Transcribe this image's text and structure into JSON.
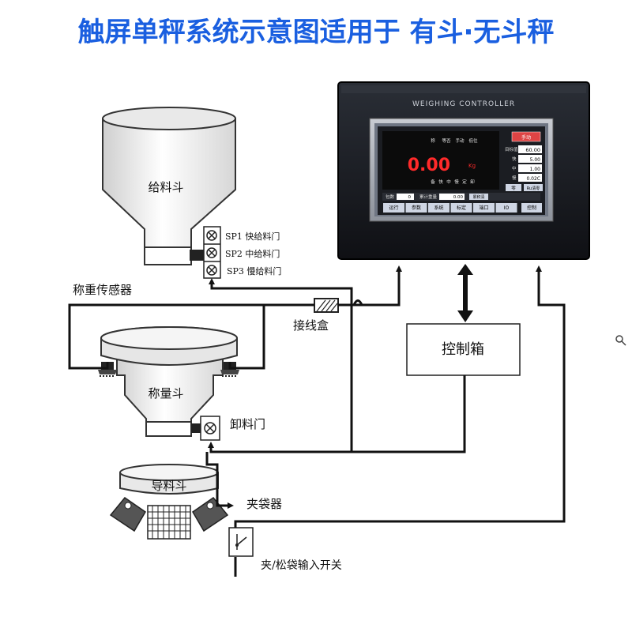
{
  "title": "触屏单秤系统示意图适用于  有斗·无斗秤",
  "colors": {
    "title": "#1a5fe0",
    "line": "#111111",
    "device_body": "#15171b",
    "screen_bg": "#0b0b0b",
    "reading": "#ff2a2a"
  },
  "components": {
    "feed_hopper": "给料斗",
    "sp1": "SP1 快给料门",
    "sp2": "SP2 中给料门",
    "sp3": "SP3 慢给料门",
    "load_cell": "称重传感器",
    "junction_box": "接线盒",
    "control_box": "控制箱",
    "weigh_hopper": "称量斗",
    "discharge_gate": "卸料门",
    "guide_hopper": "导料斗",
    "bag_clamp": "夹袋器",
    "clamp_switch": "夹/松袋输入开关"
  },
  "controller": {
    "brand": "WEIGHING CONTROLLER",
    "status_items": [
      "称",
      "等否",
      "手动",
      "低位"
    ],
    "reading": "0.00",
    "unit": "Kg",
    "sub_status": [
      "备",
      "快",
      "中",
      "慢",
      "定",
      "卸"
    ],
    "manual_btn": "手动",
    "target_label": "目标值",
    "target_value": "60.00",
    "fast_label": "快",
    "fast_value": "5.00",
    "mid_label": "中",
    "mid_value": "1.00",
    "slow_label": "慢",
    "slow_value": "0.02C",
    "tare_btn": "零",
    "zero_btn": "Ru清零",
    "count_label": "包数",
    "count_value": "0",
    "total_label": "累计重量",
    "total_value": "0.00",
    "cumulative_btn": "累积清",
    "nav": [
      "运行",
      "参数",
      "系统",
      "标定",
      "端口",
      "IO"
    ],
    "dt_btn": "控制"
  }
}
